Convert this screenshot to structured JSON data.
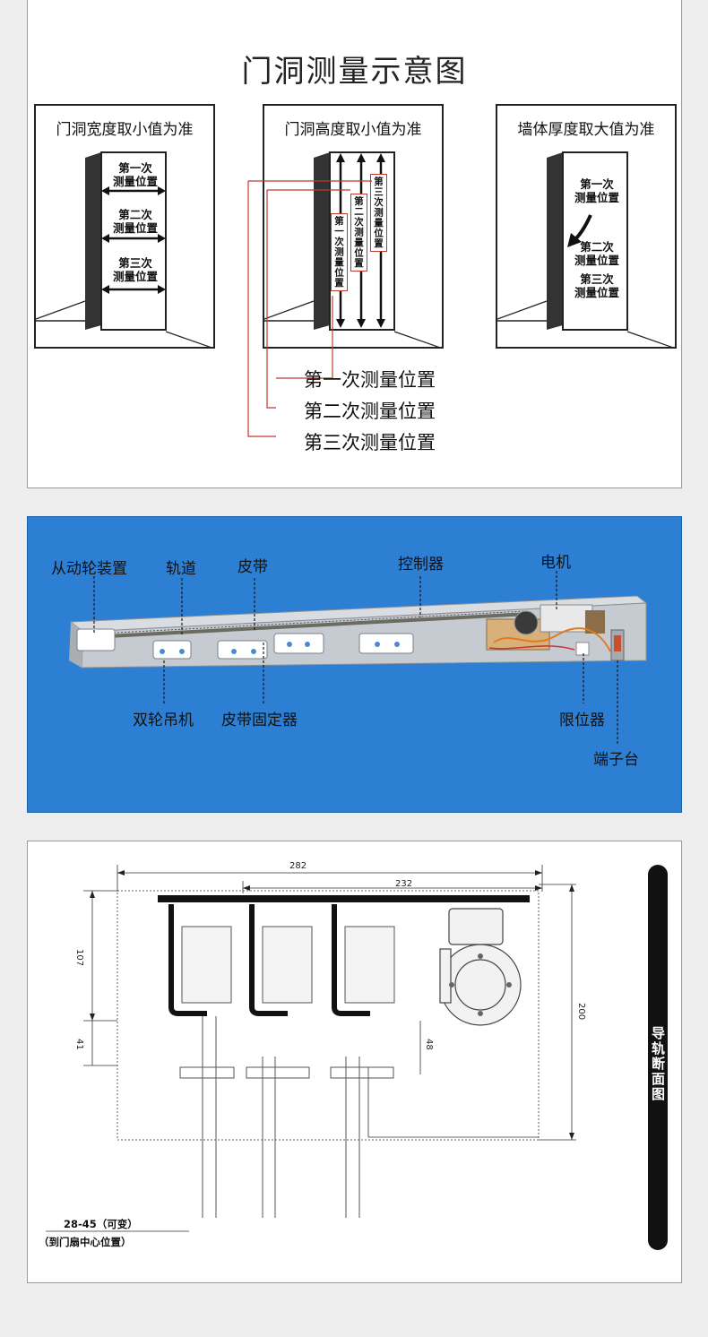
{
  "measure": {
    "title": "门洞测量示意图",
    "width_box": {
      "caption": "门洞宽度取小值为准",
      "marks": [
        "第一次\n测量位置",
        "第二次\n测量位置",
        "第三次\n测量位置"
      ]
    },
    "height_box": {
      "caption": "门洞高度取小值为准",
      "marks": [
        "第一次测量位置",
        "第二次测量位置",
        "第三次测量位置"
      ]
    },
    "thickness_box": {
      "caption": "墙体厚度取大值为准",
      "marks": [
        "第一次\n测量位置",
        "第二次\n测量位置",
        "第三次\n测量位置"
      ]
    },
    "legend": [
      "第一次测量位置",
      "第二次测量位置",
      "第三次测量位置"
    ]
  },
  "mechanism": {
    "labels": {
      "driven_wheel": "从动轮装置",
      "track": "轨道",
      "belt": "皮带",
      "controller": "控制器",
      "motor": "电机",
      "hanger": "双轮吊机",
      "belt_clamp": "皮带固定器",
      "limiter": "限位器",
      "terminal": "端子台"
    },
    "colors": {
      "background": "#2d7fd3",
      "leader": "#1a1a1a"
    }
  },
  "section": {
    "side_title": "导轨断面图",
    "dims": {
      "overall": "282",
      "inner": "232",
      "left_height": "107",
      "lower": "41",
      "bracket": "48",
      "right_height": "200"
    },
    "note_line1": "28-45（可变）",
    "note_line2": "（到门扇中心位置）"
  }
}
